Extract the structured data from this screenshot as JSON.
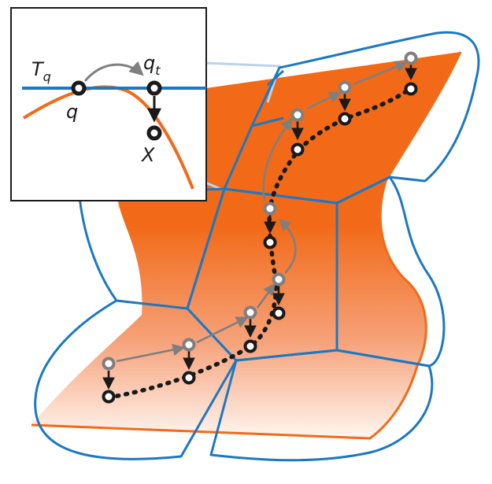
{
  "inset": {
    "tangent_label": "T",
    "tangent_subscript": "q",
    "point_q_label": "q",
    "point_qt_label": "q",
    "point_qt_subscript": "t",
    "point_x_label": "X"
  },
  "colors": {
    "manifold_orange": "#f26a18",
    "chart_blue": "#1d78c1",
    "chart_blue_faint": "#bcd3ea",
    "point_dark": "#1a1a1a",
    "point_gray": "#7f7f7f",
    "tangent_line": "#1d78c1"
  }
}
